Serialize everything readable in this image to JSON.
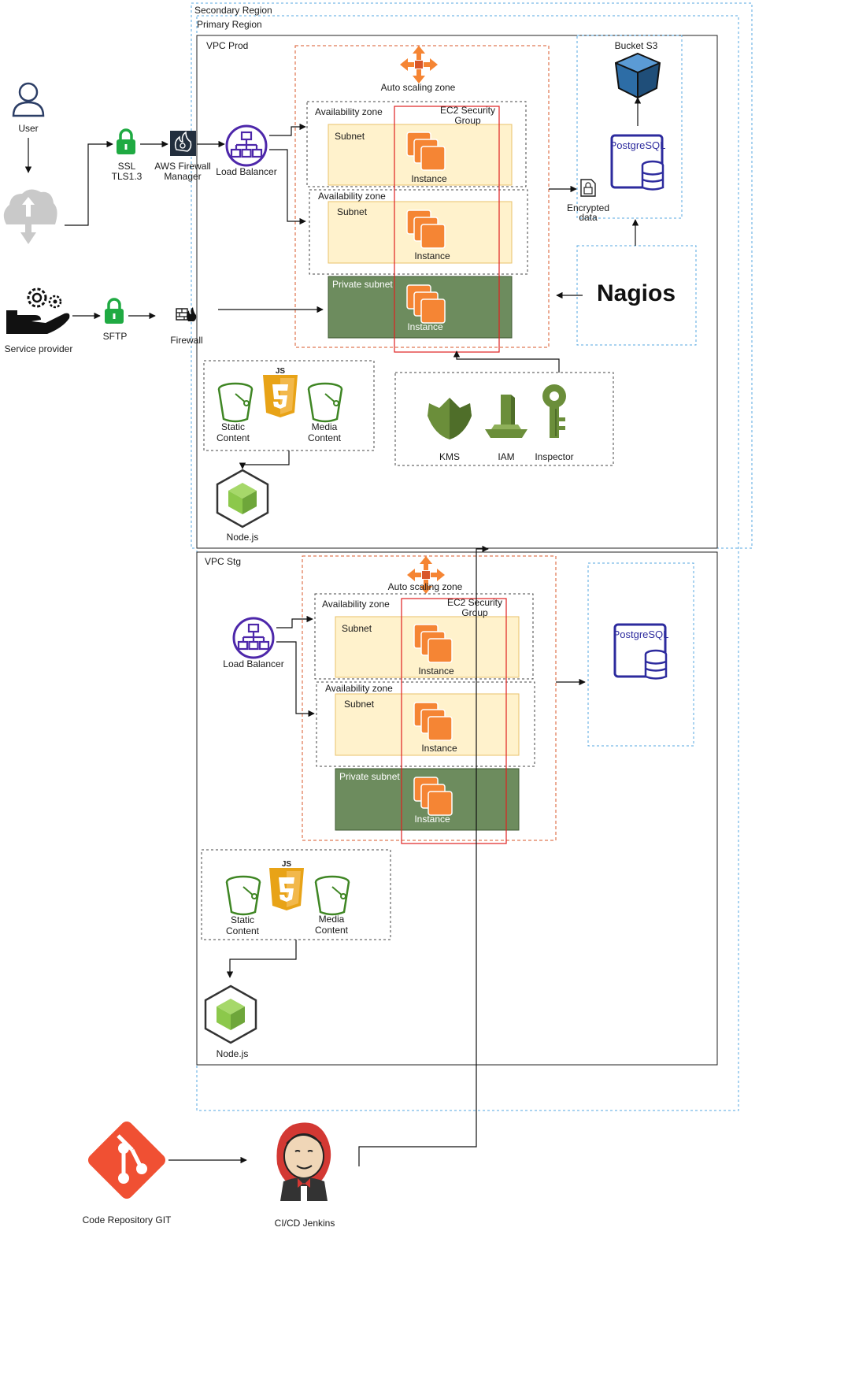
{
  "regions": {
    "secondary": "Secondary Region",
    "primary": "Primary Region"
  },
  "vpc_prod": {
    "title": "VPC Prod",
    "auto_scaling": "Auto scaling zone",
    "az1": "Availability zone",
    "az2": "Availability zone",
    "sg_line1": "EC2 Security",
    "sg_line2": "Group",
    "subnet1": "Subnet",
    "subnet2": "Subnet",
    "private_subnet": "Private subnet",
    "instance1": "Instance",
    "instance2": "Instance",
    "instance3": "Instance",
    "load_balancer": "Load Balancer",
    "bucket_s3": "Bucket S3",
    "postgres": "PostgreSQL",
    "encrypted_line1": "Encrypted",
    "encrypted_line2": "data",
    "nagios": "Nagios",
    "static_line1": "Static",
    "static_line2": "Content",
    "media_line1": "Media",
    "media_line2": "Content",
    "js": "JS",
    "nodejs": "Node.js",
    "kms": "KMS",
    "iam": "IAM",
    "inspector": "Inspector"
  },
  "vpc_stg": {
    "title": "VPC Stg",
    "auto_scaling": "Auto scaling zone",
    "az1": "Availability zone",
    "az2": "Availability zone",
    "sg_line1": "EC2 Security",
    "sg_line2": "Group",
    "subnet1": "Subnet",
    "subnet2": "Subnet",
    "private_subnet": "Private subnet",
    "instance1": "Instance",
    "instance2": "Instance",
    "instance3": "Instance",
    "load_balancer": "Load Balancer",
    "postgres": "PostgreSQL",
    "static_line1": "Static",
    "static_line2": "Content",
    "media_line1": "Media",
    "media_line2": "Content",
    "js": "JS",
    "nodejs": "Node.js"
  },
  "external": {
    "user": "User",
    "ssl_line1": "SSL",
    "ssl_line2": "TLS1.3",
    "firewall_manager_line1": "AWS Firewall",
    "firewall_manager_line2": "Manager",
    "service_provider": "Service provider",
    "sftp": "SFTP",
    "firewall": "Firewall",
    "git": "Code Repository GIT",
    "jenkins": "CI/CD Jenkins"
  },
  "colors": {
    "aws_orange": "#f58534",
    "load_balancer_purple": "#4d27aa",
    "postgres_blue": "#2d2b9e",
    "bucket_green": "#3f8624",
    "private_subnet": "#6d8c5e",
    "subnet_fill": "#fff2cc",
    "subnet_stroke": "#e8c16a",
    "security_group": "#e02020",
    "auto_scaling_dashed": "#d9572a",
    "region_dashed": "#56a7e0",
    "kms_iam_green": "#6b8e3a",
    "git_red": "#f05033",
    "lock_green": "#1faa42",
    "nodejs_green": "#8cc84b",
    "js_orange": "#e8a317",
    "s3_blue": "#2d6da6"
  }
}
